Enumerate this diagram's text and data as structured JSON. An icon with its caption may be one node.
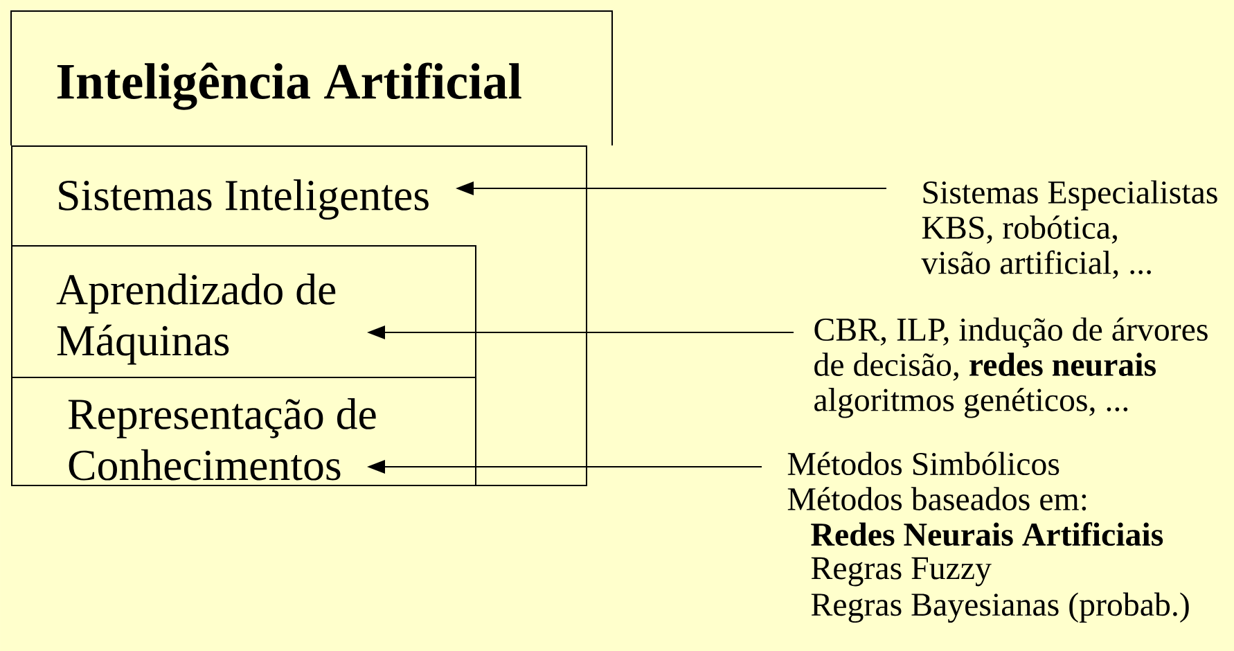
{
  "diagram": {
    "nodes": [
      {
        "text": [
          "Inteligência Artificial"
        ]
      },
      {
        "text": [
          "Sistemas Inteligentes"
        ]
      },
      {
        "text": [
          "Aprendizado de Máquinas"
        ],
        "in": 1
      },
      {
        "text": [
          "Representação de Conhecimentos"
        ],
        "in": 1
      },
      {
        "text": [
          "Sistemas Especialistas",
          "KBS, robótica, visão artificial, ..."
        ]
      },
      {
        "text": [
          "CBR, ILP, indução de árvores de decisão, **redes neurais** algoritmos genéticos, ..."
        ]
      },
      {
        "text": [
          "Métodos Simbólicos",
          "Métodos baseados em:",
          "Redes Neurais Artificiais",
          "Regras Fuzzy",
          "Regras Bayesianas (probab.)"
        ]
      }
    ],
    "edges": [
      {
        "from": 4,
        "to": 1,
        "arrow": "to"
      },
      {
        "from": 5,
        "to": 2,
        "arrow": "to"
      },
      {
        "from": 6,
        "to": 3,
        "arrow": "to"
      }
    ]
  }
}
